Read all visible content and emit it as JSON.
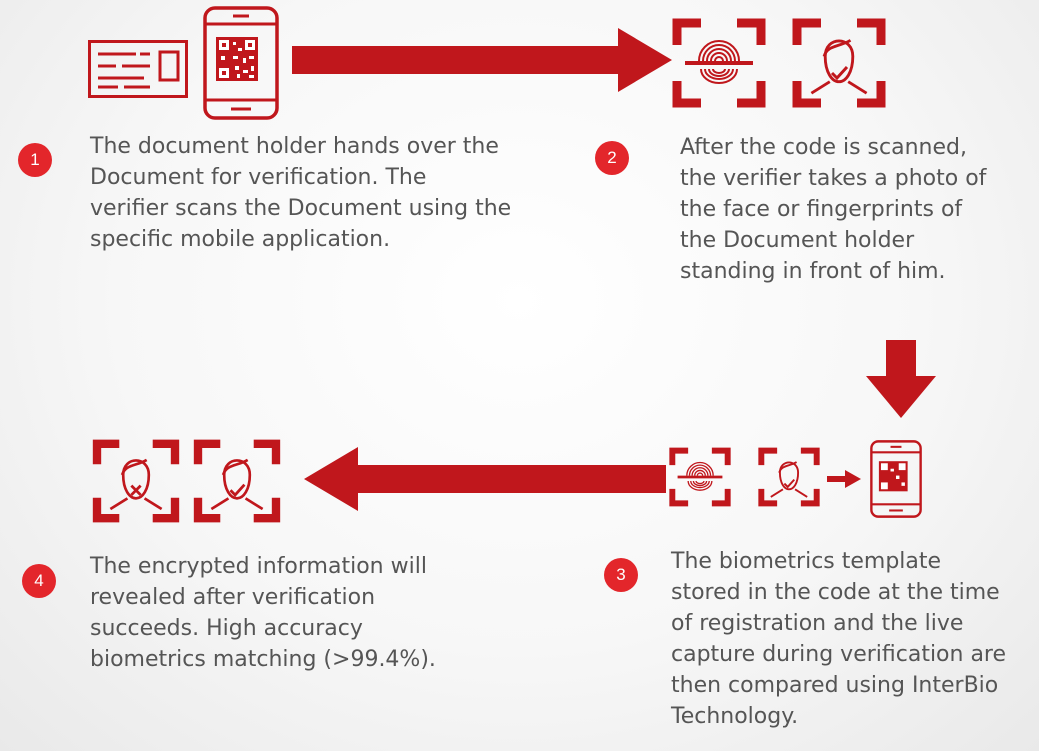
{
  "colors": {
    "accent": "#c0171c",
    "badge": "#e3262b",
    "text": "#555555"
  },
  "steps": [
    {
      "number": "1",
      "text": "The document holder hands over the\nDocument for verification. The\nverifier scans the Document using the\nspecific mobile application."
    },
    {
      "number": "2",
      "text": "After the code is scanned,\nthe verifier takes a photo of\nthe face or fingerprints of\nthe Document holder\nstanding in front of him."
    },
    {
      "number": "3",
      "text": "The biometrics template\nstored in the code at the time\nof registration and the live\ncapture during verification are\nthen compared using InterBio\nTechnology."
    },
    {
      "number": "4",
      "text": "The encrypted information will\nrevealed after verification\nsucceeds. High accuracy\nbiometrics matching (>99.4%)."
    }
  ],
  "icons": [
    "id-card-icon",
    "phone-qr-icon",
    "fingerprint-scan-icon",
    "face-verified-icon",
    "face-rejected-icon",
    "arrow-right-icon",
    "arrow-left-icon",
    "arrow-down-icon"
  ]
}
